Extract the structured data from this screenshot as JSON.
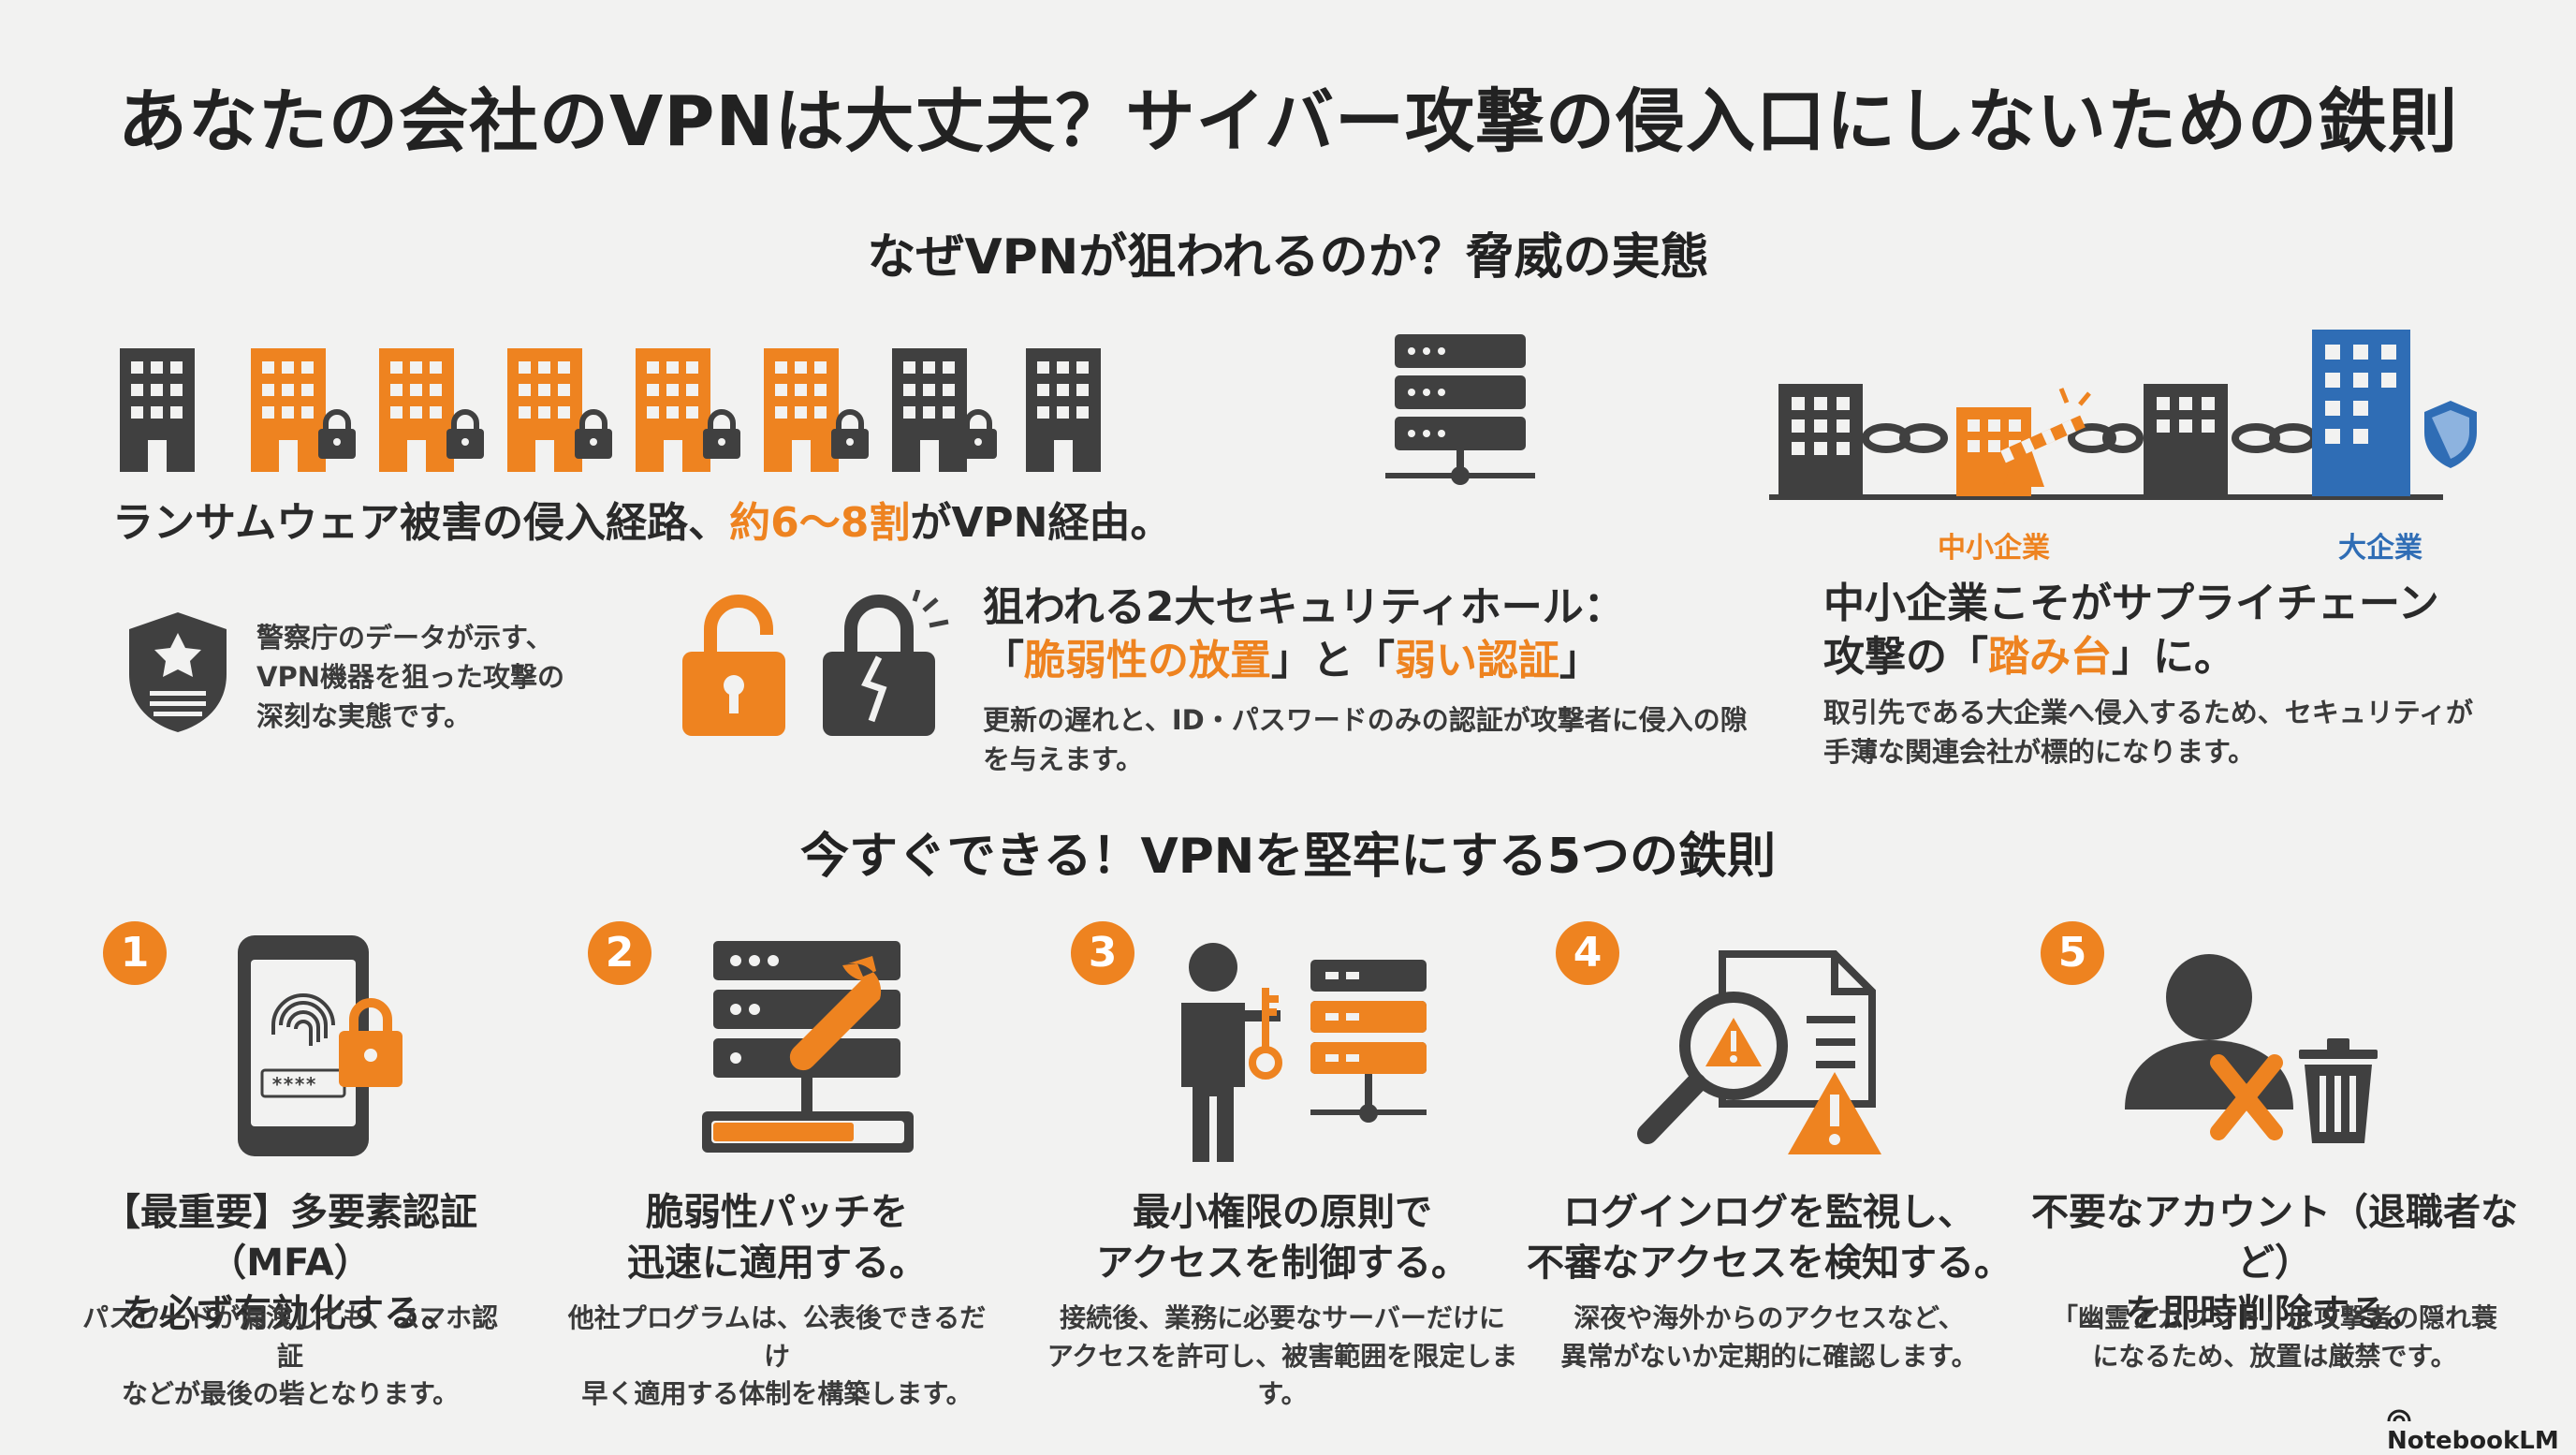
{
  "title": "あなたの会社のVPNは大丈夫？サイバー攻撃の侵入口にしないための鉄則",
  "section1": {
    "title": "なぜVPNが狙われるのか？脅威の実態",
    "ransom": {
      "pre": "ランサムウェア被害の侵入経路、",
      "highlight": "約6〜8割",
      "post": "がVPN経由。"
    },
    "police": {
      "line1": "警察庁のデータが示す、",
      "line2": "VPN機器を狙った攻撃の",
      "line3": "深刻な実態です。"
    },
    "holes": {
      "line1": "狙われる2大セキュリティホール：",
      "q1": "「",
      "h1": "脆弱性の放置",
      "q2": "」と「",
      "h2": "弱い認証",
      "q3": "」",
      "desc1": "更新の遅れと、ID・パスワードのみの認証が攻撃者に侵入の隙",
      "desc2": "を与えます。"
    },
    "supply": {
      "label_small": "中小企業",
      "label_large": "大企業",
      "line1": "中小企業こそがサプライチェーン",
      "line2_pre": "攻撃の「",
      "line2_hl": "踏み台",
      "line2_post": "」に。",
      "desc1": "取引先である大企業へ侵入するため、セキュリティが",
      "desc2": "手薄な関連会社が標的になります。"
    }
  },
  "section2": {
    "title": "今すぐできる！VPNを堅牢にする5つの鉄則",
    "rules": [
      {
        "num": "1",
        "head1": "【最重要】多要素認証（MFA）",
        "head2": "を必ず有効化する。",
        "desc1": "パスワードが漏洩しても、スマホ認証",
        "desc2": "などが最後の砦となります。",
        "pin": "****"
      },
      {
        "num": "2",
        "head1": "脆弱性パッチを",
        "head2": "迅速に適用する。",
        "desc1": "他社プログラムは、公表後できるだけ",
        "desc2": "早く適用する体制を構築します。"
      },
      {
        "num": "3",
        "head1": "最小権限の原則で",
        "head2": "アクセスを制御する。",
        "desc1": "接続後、業務に必要なサーバーだけに",
        "desc2": "アクセスを許可し、被害範囲を限定します。"
      },
      {
        "num": "4",
        "head1": "ログインログを監視し、",
        "head2": "不審なアクセスを検知する。",
        "desc1": "深夜や海外からのアクセスなど、",
        "desc2": "異常がないか定期的に確認します。"
      },
      {
        "num": "5",
        "head1": "不要なアカウント（退職者など）",
        "head2": "を即時削除する。",
        "desc1": "「幽霊アカウント」は攻撃者の隠れ蓑",
        "desc2": "になるため、放置は厳禁です。"
      }
    ]
  },
  "brand": "NotebookLM",
  "colors": {
    "orange": "#ee8320",
    "dark": "#404040",
    "blue": "#2f6db5",
    "bg": "#f2f2f1"
  }
}
